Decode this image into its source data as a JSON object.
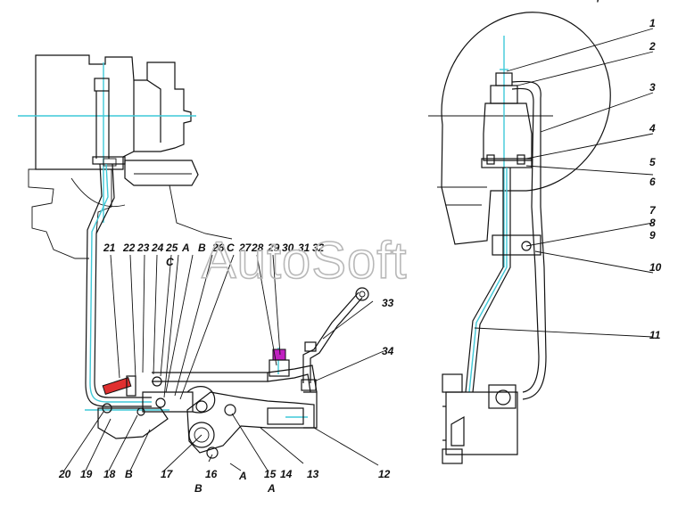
{
  "watermark": "AutoSoft",
  "callouts": [
    "1",
    "2",
    "3",
    "4",
    "5",
    "6",
    "7",
    "8",
    "9",
    "10",
    "11",
    "12",
    "13",
    "14",
    "15",
    "16",
    "17",
    "18",
    "19",
    "20",
    "21",
    "22",
    "23",
    "24",
    "25",
    "26",
    "27",
    "28",
    "29",
    "30",
    "31",
    "32",
    "33",
    "34"
  ],
  "section_marks": {
    "a": "A",
    "b": "B",
    "c": "C"
  },
  "corner_mark": "'",
  "colors": {
    "line": "#111111",
    "axis": "#3fc9d8",
    "pad": "#e03030",
    "valve": "#c020c0",
    "watermark": "#b8b8b8"
  }
}
